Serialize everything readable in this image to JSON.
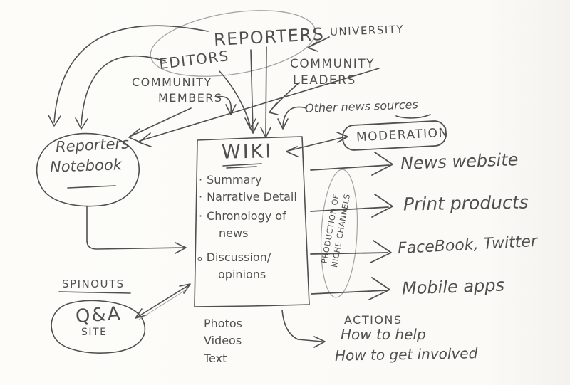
{
  "page": {
    "background": "#fcfbf8",
    "ink": "#4f4f4f",
    "faint_ink": "#a3a3a3"
  },
  "sources": {
    "reporters": "REPORTERS",
    "editors": "EDITORS",
    "community_members": [
      "COMMUNITY",
      "MEMBERS"
    ],
    "university": "UNIVERSITY",
    "community_leaders": [
      "COMMUNITY",
      "LEADERS"
    ],
    "other_news_sources": "Other news sources"
  },
  "notebook": {
    "lines": [
      "Reporters",
      "Notebook"
    ]
  },
  "wiki": {
    "title": "WIKI",
    "items": [
      {
        "marker": "·",
        "label": "Summary"
      },
      {
        "marker": "·",
        "label": "Narrative Detail"
      },
      {
        "marker": "·",
        "label": "Chronology of",
        "label2": "news"
      },
      {
        "marker": "o",
        "label": "Discussion/",
        "label2": "opinions"
      }
    ],
    "media": [
      "Photos",
      "Videos",
      "Text"
    ]
  },
  "moderation": {
    "label": "MODERATION"
  },
  "production": {
    "label": "PRODUCTION OF\nNICHE CHANNELS"
  },
  "outputs": [
    {
      "label": "News website"
    },
    {
      "label": "Print products"
    },
    {
      "label": "FaceBook, Twitter"
    },
    {
      "label": "Mobile apps"
    }
  ],
  "spinouts": {
    "heading": "SPINOUTS",
    "qa_label": "Q&A",
    "site_label": "SITE"
  },
  "actions": {
    "heading": "ACTIONS",
    "lines": [
      "How to help",
      "How to get involved"
    ]
  }
}
